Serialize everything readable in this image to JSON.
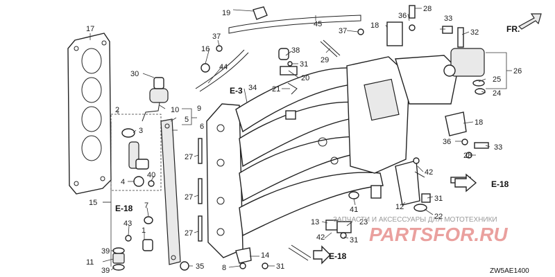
{
  "labels": [
    {
      "text": "17"
    },
    {
      "text": "19"
    },
    {
      "text": "45"
    },
    {
      "text": "37"
    },
    {
      "text": "16"
    },
    {
      "text": "44"
    },
    {
      "text": "38"
    },
    {
      "text": "31"
    },
    {
      "text": "20"
    },
    {
      "text": "21"
    },
    {
      "text": "34"
    },
    {
      "text": "29"
    },
    {
      "text": "37"
    },
    {
      "text": "18"
    },
    {
      "text": "36"
    },
    {
      "text": "28"
    },
    {
      "text": "33"
    },
    {
      "text": "32"
    },
    {
      "text": "26"
    },
    {
      "text": "25"
    },
    {
      "text": "24"
    },
    {
      "text": "30"
    },
    {
      "text": "10"
    },
    {
      "text": "9"
    },
    {
      "text": "2"
    },
    {
      "text": "3"
    },
    {
      "text": "5"
    },
    {
      "text": "6"
    },
    {
      "text": "18"
    },
    {
      "text": "36"
    },
    {
      "text": "28"
    },
    {
      "text": "33"
    },
    {
      "text": "27"
    },
    {
      "text": "4"
    },
    {
      "text": "40"
    },
    {
      "text": "27"
    },
    {
      "text": "42"
    },
    {
      "text": "41"
    },
    {
      "text": "12"
    },
    {
      "text": "31"
    },
    {
      "text": "15"
    },
    {
      "text": "7"
    },
    {
      "text": "27"
    },
    {
      "text": "23"
    },
    {
      "text": "22"
    },
    {
      "text": "1"
    },
    {
      "text": "43"
    },
    {
      "text": "13"
    },
    {
      "text": "42"
    },
    {
      "text": "31"
    },
    {
      "text": "39"
    },
    {
      "text": "11"
    },
    {
      "text": "39"
    },
    {
      "text": "35"
    },
    {
      "text": "14"
    },
    {
      "text": "8"
    },
    {
      "text": "31"
    }
  ],
  "refs": [
    {
      "text": "E-3"
    },
    {
      "text": "E-18"
    },
    {
      "text": "E-18"
    },
    {
      "text": "E-18"
    }
  ],
  "fr_label": "FR.",
  "diagram_code": "ZW5AE1400",
  "watermark_text": "ЗАПЧАСТИ И АКСЕССУАРЫ ДЛЯ МОТОТЕХНИКИ",
  "brand_text": "PARTSFOR.RU",
  "colors": {
    "ink": "#111111",
    "brand": "#d9534f"
  }
}
